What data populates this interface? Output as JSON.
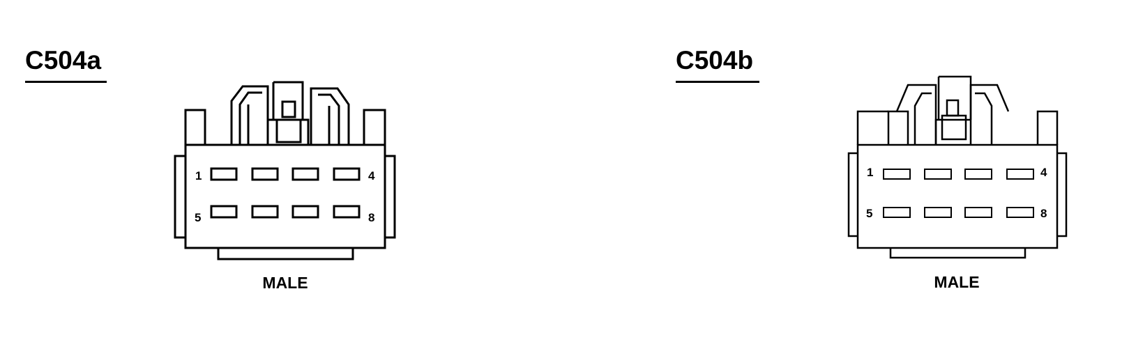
{
  "connectors": [
    {
      "id": "C504a",
      "title": "C504a",
      "gender": "MALE",
      "pin_top_left": "1",
      "pin_top_right": "4",
      "pin_bottom_left": "5",
      "pin_bottom_right": "8"
    },
    {
      "id": "C504b",
      "title": "C504b",
      "gender": "MALE",
      "pin_top_left": "1",
      "pin_top_right": "4",
      "pin_bottom_left": "5",
      "pin_bottom_right": "8"
    }
  ]
}
